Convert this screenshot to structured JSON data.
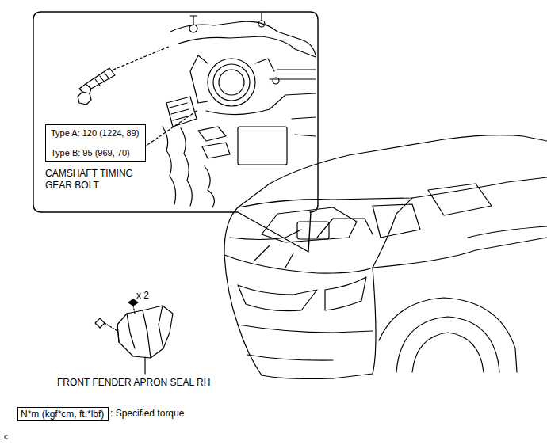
{
  "diagram": {
    "nodes": [
      {
        "text": [
          "Type A: 120 (1224, 89)",
          "Type B: 95 (969, 70)"
        ]
      },
      {
        "text": [
          "N*m (kgf*cm, ft.*lbf)"
        ]
      }
    ],
    "labels": [
      "CAMSHAFT TIMING GEAR BOLT",
      "x 2",
      "FRONT FENDER APRON SEAL RH",
      ": Specified torque",
      "c"
    ]
  }
}
